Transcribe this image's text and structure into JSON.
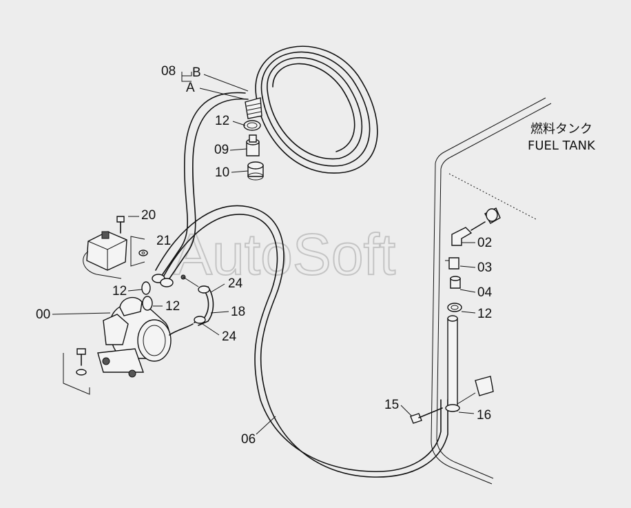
{
  "watermark": "AutoSoft",
  "fuel_tank": {
    "title_jp": "燃料タンク",
    "title_en": "FUEL TANK"
  },
  "callouts": {
    "c08": "08",
    "cB": "B",
    "cA": "A",
    "c12a": "12",
    "c09": "09",
    "c10": "10",
    "c20": "20",
    "c21": "21",
    "c12b": "12",
    "c12c": "12",
    "c00": "00",
    "c24a": "24",
    "c18": "18",
    "c24b": "24",
    "c06": "06",
    "c02": "02",
    "c03": "03",
    "c04": "04",
    "c12d": "12",
    "c15": "15",
    "c16": "16"
  }
}
